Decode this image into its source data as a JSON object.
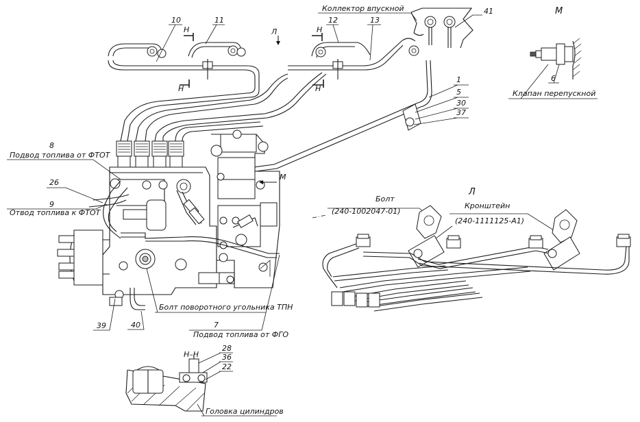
{
  "labels": {
    "kollektor": "Коллектор впускной",
    "klapan": "Клапан перепускной",
    "view_m": "М",
    "view_l": "Л",
    "arrow_l": "Л",
    "arrow_m": "М",
    "section_h1": "Н",
    "section_h2": "Н",
    "section_h3": "Н",
    "section_h4": "Н",
    "section_hh": "Н–Н",
    "podvod_ftot": "Подвод топлива от ФТОТ",
    "otvod_k_ftot": "Отвод топлива к ФТОТ",
    "bolt_tnv": "Болт поворотного угольника ТПН",
    "podvod_fgo": "Подвод топлива от ФГО",
    "bolt": "Болт",
    "bolt_code": "(240-1002047-01)",
    "kronshtein": "Кронштейн",
    "kronshtein_code": "(240-1111125-А1)",
    "golovka": "Головка цилиндров"
  },
  "numbers": {
    "n10": "10",
    "n11": "11",
    "n12": "12",
    "n13": "13",
    "n41": "41",
    "n1": "1",
    "n5": "5",
    "n30": "30",
    "n37": "37",
    "n6": "6",
    "n8": "8",
    "n26": "26",
    "n9": "9",
    "n7": "7",
    "n39": "39",
    "n40": "40",
    "n28": "28",
    "n36": "36",
    "n22": "22"
  }
}
